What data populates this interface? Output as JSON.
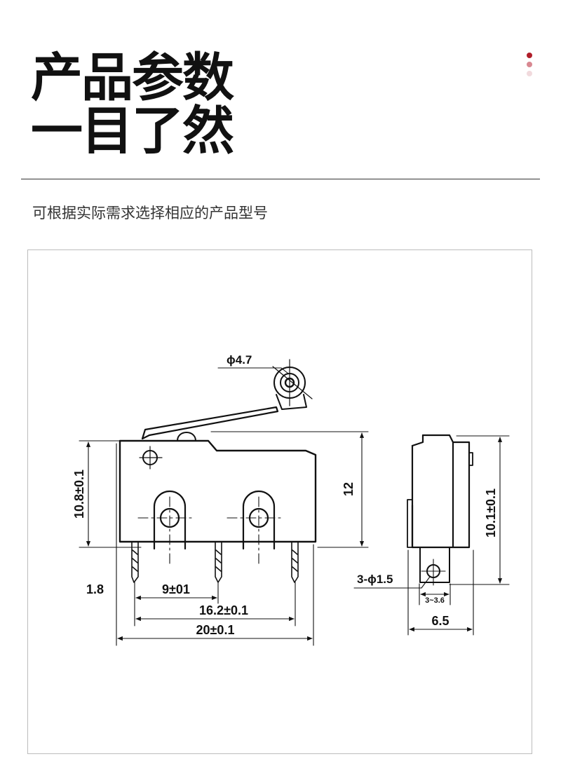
{
  "header": {
    "title_line_1": "产品参数",
    "title_line_2": "一目了然",
    "dot_colors": [
      "#b01e2a",
      "#d88891",
      "#f1dadd"
    ]
  },
  "subtitle": "可根据实际需求选择相应的产品型号",
  "drawing": {
    "roller_diameter": "ϕ4.7",
    "height_label": "10.8±0.1",
    "body_height": "12",
    "terminal_offset": "1.8",
    "pitch_9": "9±01",
    "span_16": "16.2±0.1",
    "length_20": "20±0.1",
    "side_height": "10.1±0.1",
    "hole_label": "3-ϕ1.5",
    "hole_span": "3~3.6",
    "thickness": "6.5"
  }
}
